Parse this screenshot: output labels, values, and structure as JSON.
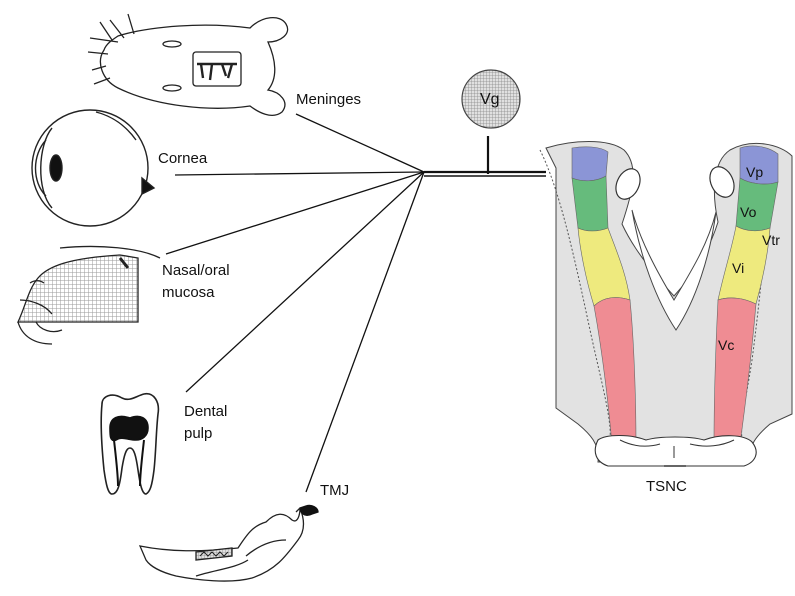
{
  "labels": {
    "meninges": "Meninges",
    "cornea": "Cornea",
    "nasal_line1": "Nasal/oral",
    "nasal_line2": "mucosa",
    "dental_line1": "Dental",
    "dental_line2": "pulp",
    "tmj": "TMJ",
    "vg": "Vg",
    "tsnc": "TSNC"
  },
  "segments": {
    "vp": "Vp",
    "vo": "Vo",
    "vtr": "Vtr",
    "vi": "Vi",
    "vc": "Vc"
  },
  "colors": {
    "vp": "#8b95d6",
    "vo": "#66bb7c",
    "vi": "#eeea7e",
    "vc": "#ef8c93",
    "outer_tissue": "#e2e2e2",
    "ganglion": "#bdbdbd"
  }
}
